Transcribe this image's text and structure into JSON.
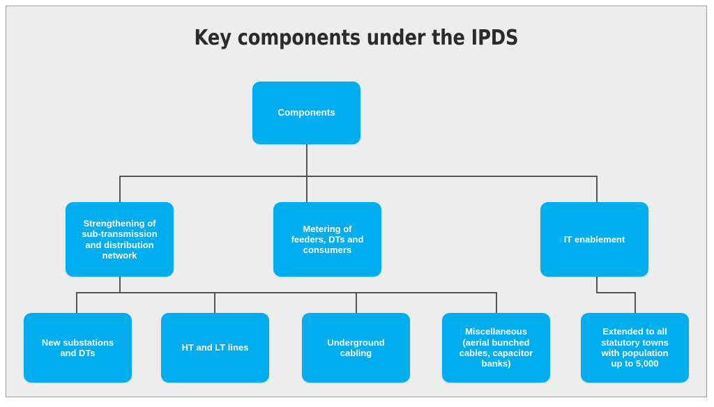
{
  "title": "Key components under the IPDS",
  "colors": {
    "node_fill": "#00aeef",
    "node_text": "#ffffff",
    "canvas_bg": "#ededed",
    "frame_border": "#9a9a9a",
    "connector": "#555555",
    "title_text": "#2b2b2b"
  },
  "nodes": {
    "root": {
      "label": "Components"
    },
    "level2": [
      {
        "label": "Strengthening of\nsub-transmission\nand distribution\nnetwork"
      },
      {
        "label": "Metering of\nfeeders, DTs and\nconsumers"
      },
      {
        "label": "IT enablement"
      }
    ],
    "level3": [
      {
        "label": "New substations\nand DTs"
      },
      {
        "label": "HT and LT lines"
      },
      {
        "label": "Underground\ncabling"
      },
      {
        "label": "Miscellaneous\n(aerial bunched\ncables, capacitor\nbanks)"
      },
      {
        "label": "Extended to all\nstatutory towns\nwith population\nup to 5,000"
      }
    ]
  }
}
